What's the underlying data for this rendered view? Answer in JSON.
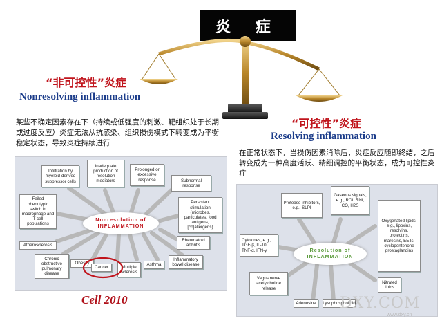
{
  "title": "炎 症",
  "left": {
    "heading_cn": "“非可控性”炎症",
    "heading_en": "Nonresolving inflammation",
    "description": "某些不确定因素存在下（持续或低强度的刺激、靶组织处于长期或过度反应）炎症无法从抗感染、组织损伤模式下转变成为平衡稳定状态，导致炎症持续进行",
    "citation": "Cell 2010",
    "diagram": {
      "center": [
        "Nonresolution of",
        "INFLAMMATION"
      ],
      "nodes": [
        "Infiltration by myeloid-derived suppressor cells",
        "Inadequate production of resolution mediators",
        "Prolonged or excessive response",
        "Subnormal response",
        "Failed phenotypic switch in macrophage and T cell populations",
        "Persistent stimulation (microbes, particulates, food antigens, [co]allergens)",
        "Atherosclerosis",
        "Rheumatoid arthritis",
        "Chronic obstructive pulmonary disease",
        "Obesity",
        "Cancer",
        "Multiple sclerosis",
        "Asthma",
        "Inflammatory bowel disease"
      ]
    }
  },
  "right": {
    "heading_cn": "“可控性”炎症",
    "heading_en": "Resolving inflammation",
    "description": "在正常状态下，当损伤因素消除后，炎症反应随即终结，之后转变成为一种高度活跃、精细调控的平衡状态，成为可控性炎症",
    "diagram": {
      "center": [
        "Resolution of",
        "INFLAMMATION"
      ],
      "nodes": [
        "Protease inhibitors, e.g., SLPI",
        "Gaseous signals, e.g., ROI, RNI, CO, H2S",
        "Oxygenated lipids, e.g., lipoxins, resolvins, protectins, maresins, EETs, cyclopentenone prostaglandins",
        "Cytokines, e.g., TGF-β, IL-10 TNF-α, IFN-γ",
        "Vagus nerve acetylcholine release",
        "Nitrated lipids",
        "Adenosine",
        "Lysophospholipid"
      ]
    }
  },
  "watermark": "DXY.COM",
  "watermark_small": "www.dxy.cn",
  "colors": {
    "accent_red": "#c0141c",
    "accent_blue": "#1b3c8a",
    "gold": "#b8862a"
  }
}
